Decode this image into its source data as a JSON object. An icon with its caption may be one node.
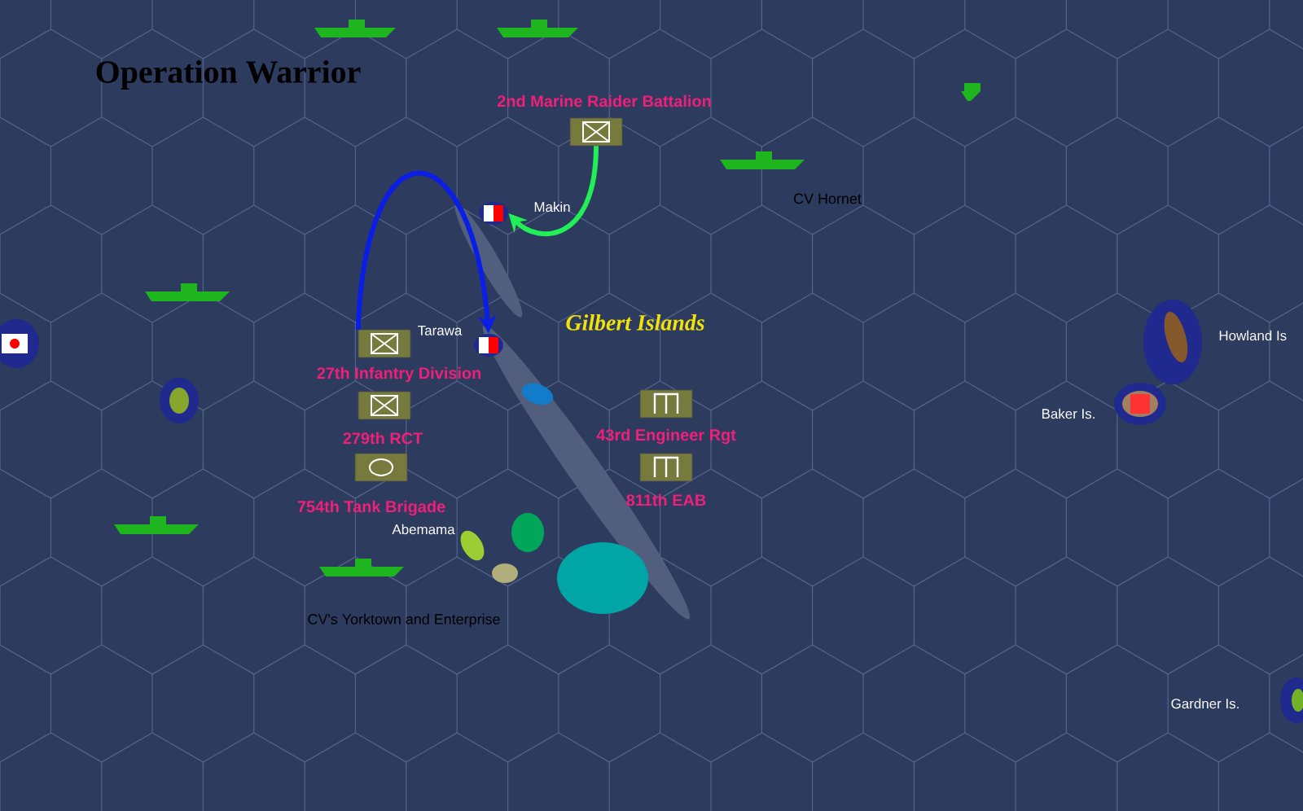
{
  "diagram": {
    "title": "Operation Warrior",
    "nodes": [
      {
        "text": [
          "2nd Marine Raider Battalion"
        ]
      },
      {
        "text": [],
        "shape": "picture",
        "beside": [
          "Makin"
        ]
      },
      {
        "text": [
          "27th Infantry Division"
        ]
      },
      {
        "text": [],
        "shape": "picture",
        "beside": [
          "Tarawa"
        ]
      },
      {
        "text": [
          "279th RCT"
        ]
      },
      {
        "text": [
          "43rd Engineer Rgt"
        ]
      },
      {
        "text": [
          "754th Tank Brigade"
        ]
      },
      {
        "text": [
          "811th EAB"
        ]
      }
    ],
    "edges": [
      {
        "from": 0,
        "to": 1,
        "arrow": "to",
        "color": "#22ee55"
      },
      {
        "from": 2,
        "to": 3,
        "arrow": "to",
        "color": "#0a1ee6"
      }
    ],
    "labels": [
      "CV Hornet",
      "Gilbert Islands",
      "Howland Is",
      "Baker Is.",
      "Abemama",
      "CV's Yorktown and Enterprise",
      "Gardner Is."
    ]
  }
}
